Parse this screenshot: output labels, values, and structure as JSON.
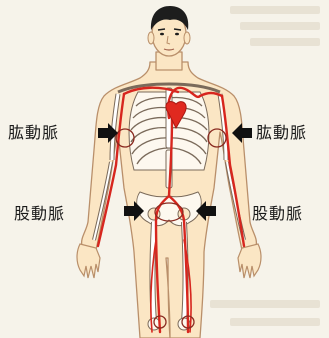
{
  "labels": {
    "brachial_left": "肱動脈",
    "brachial_right": "肱動脈",
    "femoral_left": "股動脈",
    "femoral_right": "股動脈"
  },
  "colors": {
    "background": "#f6f3ea",
    "skin": "#fbe6c4",
    "skin_outline": "#b98f6a",
    "artery": "#d7261e",
    "bone": "#ffffff",
    "bone_outline": "#7a6a5a",
    "hair": "#1d1d1d",
    "arrow": "#111111"
  },
  "icons": {
    "arrow": "arrow-right-icon",
    "pulse_marker": "circle-marker-icon"
  }
}
